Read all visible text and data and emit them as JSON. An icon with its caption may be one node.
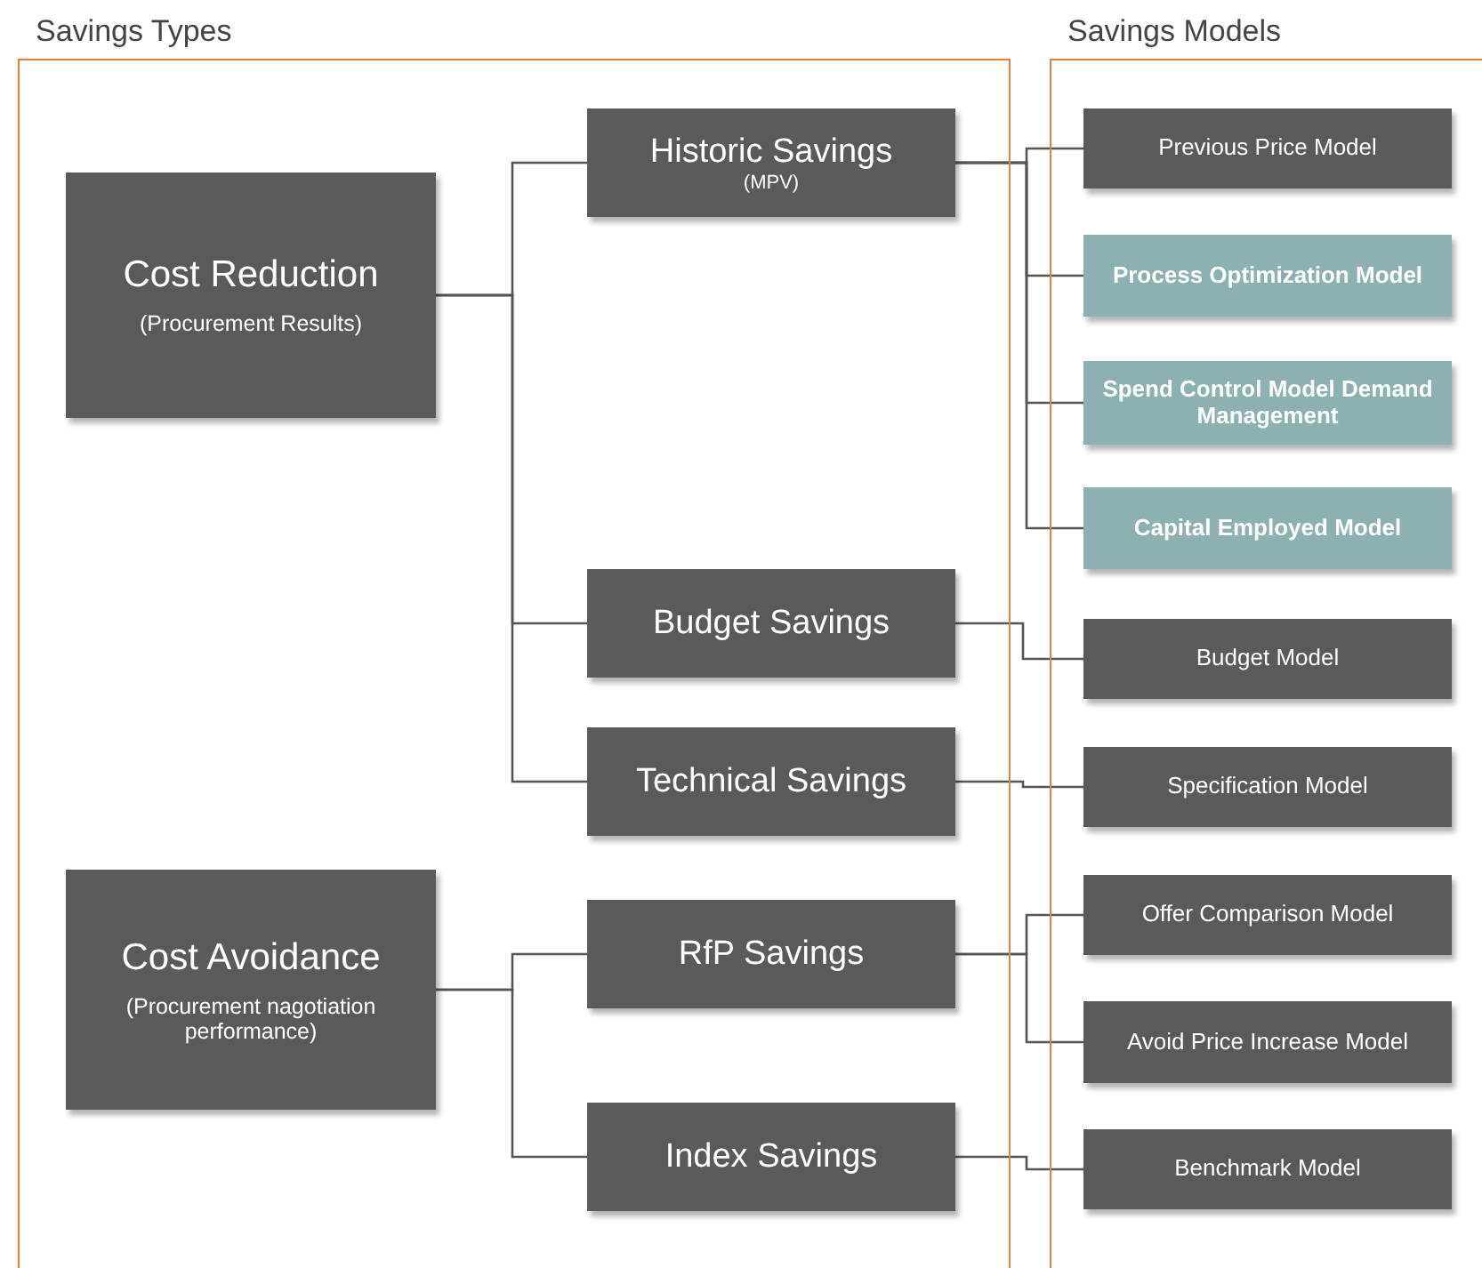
{
  "diagram": {
    "nodes": [
      {
        "text": [
          "Savings Types"
        ]
      },
      {
        "text": [
          "Savings Models"
        ]
      },
      {
        "text": [
          "Cost Reduction",
          "(Procurement Results)"
        ],
        "in": 0
      },
      {
        "text": [
          "Historic Savings",
          "(MPV)"
        ],
        "in": 0
      },
      {
        "text": [
          "Budget Savings"
        ],
        "in": 0
      },
      {
        "text": [
          "Technical Savings"
        ],
        "in": 0
      },
      {
        "text": [
          "Cost Avoidance",
          "(Procurement nagotiation performance)"
        ],
        "in": 0
      },
      {
        "text": [
          "RfP Savings"
        ],
        "in": 0
      },
      {
        "text": [
          "Index Savings"
        ],
        "in": 0
      },
      {
        "text": [
          "Previous Price Model"
        ],
        "in": 1
      },
      {
        "text": [
          "Process Optimization Model"
        ],
        "in": 1
      },
      {
        "text": [
          "Spend Control Model Demand Management"
        ],
        "in": 1
      },
      {
        "text": [
          "Capital Employed Model"
        ],
        "in": 1
      },
      {
        "text": [
          "Budget Model"
        ],
        "in": 1
      },
      {
        "text": [
          "Specification Model"
        ],
        "in": 1
      },
      {
        "text": [
          "Offer Comparison Model"
        ],
        "in": 1
      },
      {
        "text": [
          "Avoid Price Increase Model"
        ],
        "in": 1
      },
      {
        "text": [
          "Benchmark Model"
        ],
        "in": 1
      }
    ],
    "edges": [
      {
        "from": 2,
        "to": 3,
        "arrow": "none"
      },
      {
        "from": 2,
        "to": 4,
        "arrow": "none"
      },
      {
        "from": 2,
        "to": 5,
        "arrow": "none"
      },
      {
        "from": 6,
        "to": 7,
        "arrow": "none"
      },
      {
        "from": 6,
        "to": 8,
        "arrow": "none"
      },
      {
        "from": 3,
        "to": 9,
        "arrow": "none"
      },
      {
        "from": 3,
        "to": 10,
        "arrow": "none"
      },
      {
        "from": 3,
        "to": 11,
        "arrow": "none"
      },
      {
        "from": 3,
        "to": 12,
        "arrow": "none"
      },
      {
        "from": 4,
        "to": 13,
        "arrow": "none"
      },
      {
        "from": 5,
        "to": 14,
        "arrow": "none"
      },
      {
        "from": 7,
        "to": 15,
        "arrow": "none"
      },
      {
        "from": 7,
        "to": 16,
        "arrow": "none"
      },
      {
        "from": 8,
        "to": 17,
        "arrow": "none"
      }
    ]
  }
}
